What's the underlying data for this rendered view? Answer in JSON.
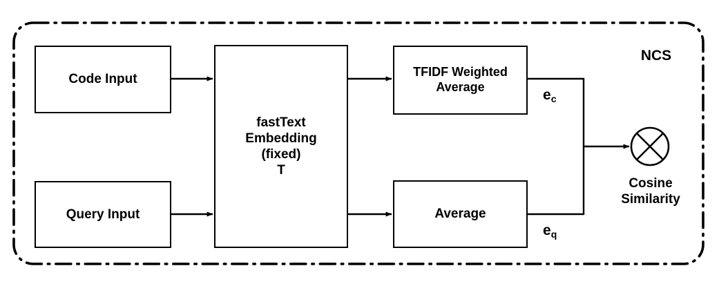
{
  "diagram": {
    "title": "NCS",
    "container": {
      "label": "NCS",
      "border_style": "dash-dot",
      "border_color": "#000000",
      "background": "#ffffff"
    },
    "nodes": [
      {
        "id": "code-input",
        "label": "Code Input",
        "shape": "rectangle"
      },
      {
        "id": "query-input",
        "label": "Query Input",
        "shape": "rectangle"
      },
      {
        "id": "fasttext",
        "label": "fastText\nEmbedding\n(fixed)\nT",
        "shape": "rectangle"
      },
      {
        "id": "tfidf",
        "label": "TFIDF Weighted\nAverage",
        "shape": "rectangle"
      },
      {
        "id": "average",
        "label": "Average",
        "shape": "rectangle"
      },
      {
        "id": "cosine",
        "label": "Cosine\nSimilarity",
        "shape": "circle-cross"
      }
    ],
    "edge_labels": {
      "code_embedding_base": "e",
      "code_embedding_sub": "c",
      "query_embedding_base": "e",
      "query_embedding_sub": "q"
    },
    "edges": [
      {
        "from": "code-input",
        "to": "fasttext",
        "arrow": true
      },
      {
        "from": "query-input",
        "to": "fasttext",
        "arrow": true
      },
      {
        "from": "fasttext",
        "to": "tfidf",
        "arrow": true
      },
      {
        "from": "fasttext",
        "to": "average",
        "arrow": true
      },
      {
        "from": "tfidf",
        "to": "cosine",
        "arrow": true,
        "label": "e_c"
      },
      {
        "from": "average",
        "to": "cosine",
        "arrow": true,
        "label": "e_q"
      }
    ],
    "colors": {
      "stroke": "#000000",
      "fill": "#ffffff",
      "text": "#000000"
    }
  }
}
